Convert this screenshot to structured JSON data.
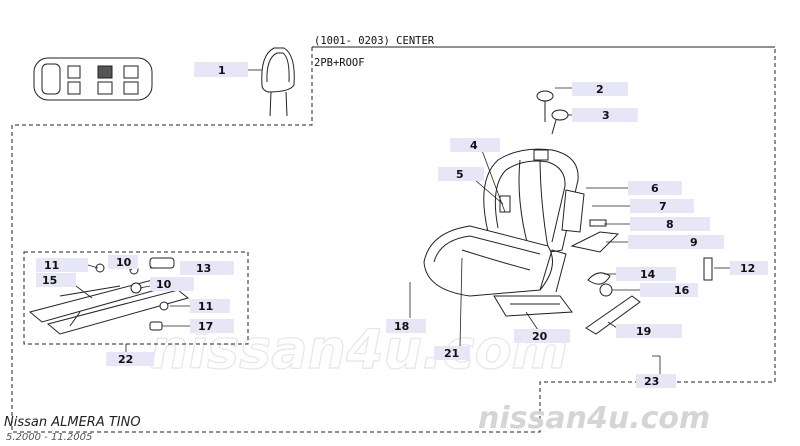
{
  "header": {
    "range_label": "(1001- 0203) CENTER",
    "option_label": "2PB+ROOF"
  },
  "footer": {
    "model": "Nissan  ALMERA TINO",
    "dates": "5.2000  -  11.2005",
    "watermark": "nissan4u.com",
    "ghost_watermark": "nissan4u.com"
  },
  "callouts": [
    "1",
    "2",
    "3",
    "4",
    "5",
    "6",
    "7",
    "8",
    "9",
    "10",
    "10",
    "11",
    "11",
    "12",
    "13",
    "14",
    "15",
    "16",
    "17",
    "18",
    "19",
    "20",
    "21",
    "22",
    "23"
  ]
}
